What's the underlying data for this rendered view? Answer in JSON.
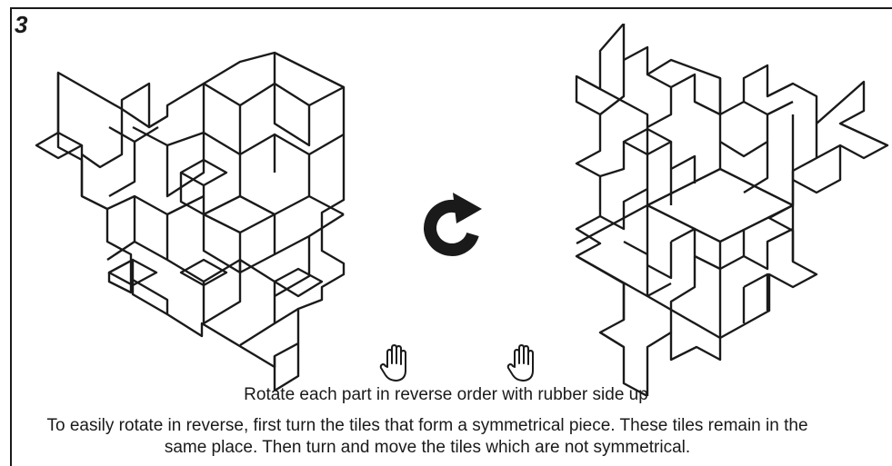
{
  "step": {
    "number": "3"
  },
  "instructions": {
    "line1": "Rotate each part in reverse order with rubber side up",
    "line2": "To easily rotate in reverse, first turn the tiles that form a symmetrical piece. These tiles remain in the same place. Then turn and move the tiles which are not symmetrical."
  },
  "icons": {
    "rotate": "rotate-clockwise-icon",
    "hand_left": "hand-icon",
    "hand_right": "hand-icon"
  },
  "colors": {
    "ink": "#1a1a1a",
    "background": "#ffffff"
  }
}
